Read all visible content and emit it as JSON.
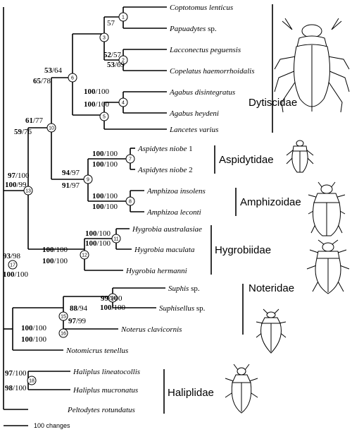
{
  "taxa": [
    {
      "id": "coptotomus",
      "genus": "Coptotomus lenticus",
      "epithet": ""
    },
    {
      "id": "papuadytes",
      "genus": "Papuadytes",
      "epithet": " sp."
    },
    {
      "id": "lacconectus",
      "genus": "Lacconectus peguensis",
      "epithet": ""
    },
    {
      "id": "copelatus",
      "genus": "Copelatus haemorrhoidalis",
      "epithet": ""
    },
    {
      "id": "agabus_dis",
      "genus": "Agabus disintegratus",
      "epithet": ""
    },
    {
      "id": "agabus_hey",
      "genus": "Agabus heydeni",
      "epithet": ""
    },
    {
      "id": "lancetes",
      "genus": "Lancetes varius",
      "epithet": ""
    },
    {
      "id": "aspidytes1",
      "genus": "Aspidytes niobe",
      "epithet": " 1"
    },
    {
      "id": "aspidytes2",
      "genus": "Aspidytes niobe",
      "epithet": " 2"
    },
    {
      "id": "amph_ins",
      "genus": "Amphizoa insolens",
      "epithet": ""
    },
    {
      "id": "amph_lec",
      "genus": "Amphizoa leconti",
      "epithet": ""
    },
    {
      "id": "hyg_aus",
      "genus": "Hygrobia australasiae",
      "epithet": ""
    },
    {
      "id": "hyg_mac",
      "genus": "Hygrobia maculata",
      "epithet": ""
    },
    {
      "id": "hyg_her",
      "genus": "Hygrobia hermanni",
      "epithet": ""
    },
    {
      "id": "suphis",
      "genus": "Suphis",
      "epithet": " sp."
    },
    {
      "id": "suphisellus",
      "genus": "Suphisellus",
      "epithet": " sp."
    },
    {
      "id": "noterus",
      "genus": "Noterus clavicornis",
      "epithet": ""
    },
    {
      "id": "notomicrus",
      "genus": "Notomicrus tenellus",
      "epithet": ""
    },
    {
      "id": "haliplus_lin",
      "genus": "Haliplus lineatocollis",
      "epithet": ""
    },
    {
      "id": "haliplus_muc",
      "genus": "Haliplus mucronatus",
      "epithet": ""
    },
    {
      "id": "peltodytes",
      "genus": "Peltodytes rotundatus",
      "epithet": ""
    }
  ],
  "nodes": [
    "1",
    "2",
    "3",
    "4",
    "5",
    "6",
    "7",
    "8",
    "9",
    "10",
    "11",
    "12",
    "13",
    "14",
    "15",
    "16",
    "17",
    "18"
  ],
  "supports": [
    {
      "id": "s1",
      "bold": "",
      "rest": "57"
    },
    {
      "id": "s2a",
      "bold": "52",
      "rest": "/57"
    },
    {
      "id": "s2b",
      "bold": "53",
      "rest": "/69"
    },
    {
      "id": "s4a",
      "bold": "100",
      "rest": "/100"
    },
    {
      "id": "s4b",
      "bold": "100",
      "rest": "/100"
    },
    {
      "id": "s6a",
      "bold": "53",
      "rest": "/64"
    },
    {
      "id": "s6b",
      "bold": "65",
      "rest": "/78"
    },
    {
      "id": "s10a",
      "bold": "61",
      "rest": "/77"
    },
    {
      "id": "s10b",
      "bold": "59",
      "rest": "/76"
    },
    {
      "id": "s7a",
      "bold": "100",
      "rest": "/100"
    },
    {
      "id": "s7b",
      "bold": "100",
      "rest": "/100"
    },
    {
      "id": "s9a",
      "bold": "94",
      "rest": "/97"
    },
    {
      "id": "s9b",
      "bold": "91",
      "rest": "/97"
    },
    {
      "id": "s8a",
      "bold": "100",
      "rest": "/100"
    },
    {
      "id": "s8b",
      "bold": "100",
      "rest": "/100"
    },
    {
      "id": "s13a",
      "bold": "97",
      "rest": "/100"
    },
    {
      "id": "s13b",
      "bold": "100",
      "rest": "/99"
    },
    {
      "id": "s11a",
      "bold": "100",
      "rest": "/100"
    },
    {
      "id": "s11b",
      "bold": "100",
      "rest": "/100"
    },
    {
      "id": "s12a",
      "bold": "100",
      "rest": "/100"
    },
    {
      "id": "s12b",
      "bold": "100",
      "rest": "/100"
    },
    {
      "id": "s17a",
      "bold": "93",
      "rest": "/98"
    },
    {
      "id": "s17b",
      "bold": "100",
      "rest": "/100"
    },
    {
      "id": "s14a",
      "bold": "99",
      "rest": "/100"
    },
    {
      "id": "s14b",
      "bold": "100",
      "rest": "/100"
    },
    {
      "id": "s15a",
      "bold": "88",
      "rest": "/94"
    },
    {
      "id": "s15b",
      "bold": "97",
      "rest": "/99"
    },
    {
      "id": "s16a",
      "bold": "100",
      "rest": "/100"
    },
    {
      "id": "s16b",
      "bold": "100",
      "rest": "/100"
    },
    {
      "id": "s18a",
      "bold": "97",
      "rest": "/100"
    },
    {
      "id": "s18b",
      "bold": "98",
      "rest": "/100"
    }
  ],
  "families": [
    {
      "id": "dytiscidae",
      "name": "Dytiscidae"
    },
    {
      "id": "aspidytidae",
      "name": "Aspidytidae"
    },
    {
      "id": "amphizoidae",
      "name": "Amphizoidae"
    },
    {
      "id": "hygrobiidae",
      "name": "Hygrobiidae"
    },
    {
      "id": "noteridae",
      "name": "Noteridae"
    },
    {
      "id": "haliplidae",
      "name": "Haliplidae"
    }
  ],
  "scale_label": "100 changes",
  "beetle_icons": [
    "dytiscid-beetle-icon",
    "aspidytid-beetle-icon",
    "amphizoid-beetle-icon",
    "hygrobiid-beetle-icon",
    "noterid-beetle-icon",
    "haliplid-beetle-icon"
  ]
}
